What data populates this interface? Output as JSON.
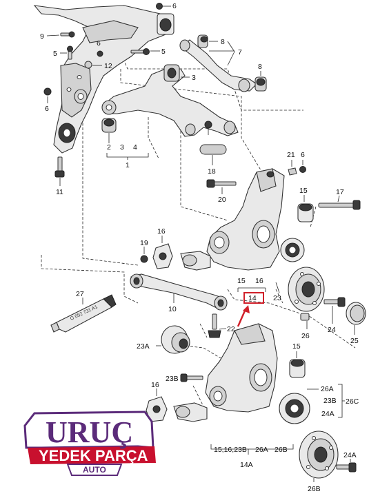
{
  "labels": {
    "l6_top": "6",
    "l9": "9",
    "l5_a": "5",
    "l6_b": "6",
    "l12": "12",
    "l5_b": "5",
    "l8_a": "8",
    "l7": "7",
    "l3_a": "3",
    "l8_b": "8",
    "l6_left": "6",
    "l2": "2",
    "l3_b": "3",
    "l4": "4",
    "l1": "1",
    "l18": "18",
    "l11": "11",
    "l21": "21",
    "l6_c": "6",
    "l20": "20",
    "l15_a": "15",
    "l17": "17",
    "l16_a": "16",
    "l19": "19",
    "l15_b": "15",
    "l16_b": "16",
    "l14": "14",
    "l23": "23",
    "l27": "27",
    "l10": "10",
    "l24": "24",
    "l22": "22",
    "l26": "26",
    "l25": "25",
    "l23A": "23A",
    "l15_c": "15",
    "l16_c": "16",
    "l23B": "23B",
    "l26A": "26A",
    "l23B_r": "23B",
    "l26C": "26C",
    "l24A": "24A",
    "l15_16_23B": "15,16,23B",
    "l26A_b": "26A",
    "l26B": "26B",
    "l14A": "14A",
    "l24A_b": "24A",
    "l26B_b": "26B"
  },
  "tube_text": "G 052 731 A1",
  "highlight_color": "#d0202a",
  "logo": {
    "line1": "URUÇ",
    "line2": "YEDEK PARÇA",
    "line3": "AUTO",
    "purple": "#5b2b7a",
    "red": "#c8102e"
  }
}
